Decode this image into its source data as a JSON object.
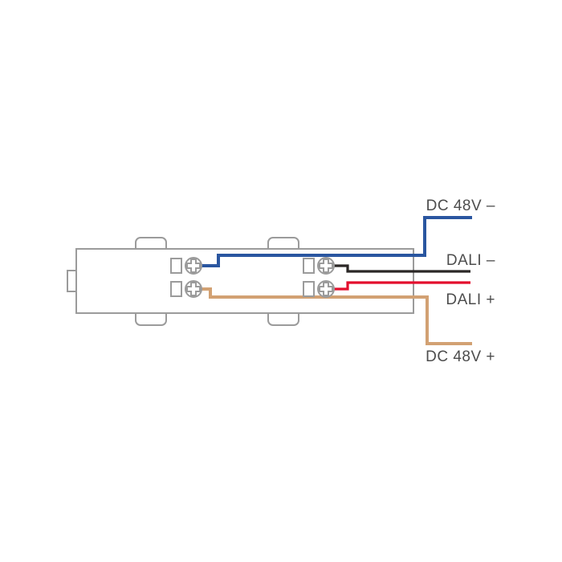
{
  "diagram": {
    "type": "wiring-diagram",
    "device": "track-power-feed-connector",
    "outline_color": "#9b9b9b",
    "label_color": "#4d4d4d",
    "background_color": "#ffffff",
    "wires": [
      {
        "id": "dc-48v-neg",
        "label": "DC 48V –",
        "color": "#2a56a0",
        "position": "top"
      },
      {
        "id": "dali-neg",
        "label": "DALI –",
        "color": "#2b2726",
        "position": "upper-middle"
      },
      {
        "id": "dali-pos",
        "label": "DALI +",
        "color": "#e30f2d",
        "position": "lower-middle"
      },
      {
        "id": "dc-48v-pos",
        "label": "DC 48V +",
        "color": "#d2a173",
        "position": "bottom"
      }
    ]
  }
}
